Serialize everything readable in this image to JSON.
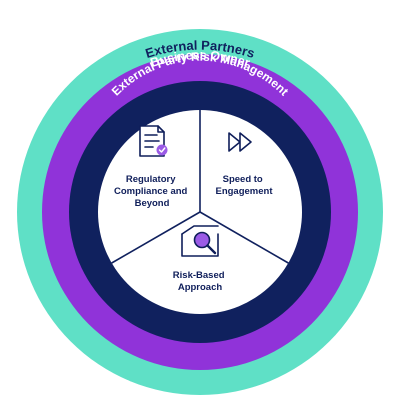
{
  "rings": {
    "outer": {
      "label": "External Partners",
      "color": "#5fe0c6"
    },
    "middle": {
      "label": "Business Owner",
      "color": "#9033d9"
    },
    "inner": {
      "label": "External Party Risk Management",
      "color": "#10215e"
    }
  },
  "segments": [
    {
      "lines": [
        "Regulatory",
        "Compliance and",
        "Beyond"
      ],
      "icon": "document-check-icon"
    },
    {
      "lines": [
        "Speed to",
        "Engagement"
      ],
      "icon": "fast-forward-icon"
    },
    {
      "lines": [
        "Risk-Based",
        "Approach"
      ],
      "icon": "magnifier-box-icon"
    }
  ],
  "colors": {
    "text": "#0f1e5a",
    "icon_accent": "#9b5be6",
    "white": "#ffffff",
    "divider": "#10215e"
  }
}
